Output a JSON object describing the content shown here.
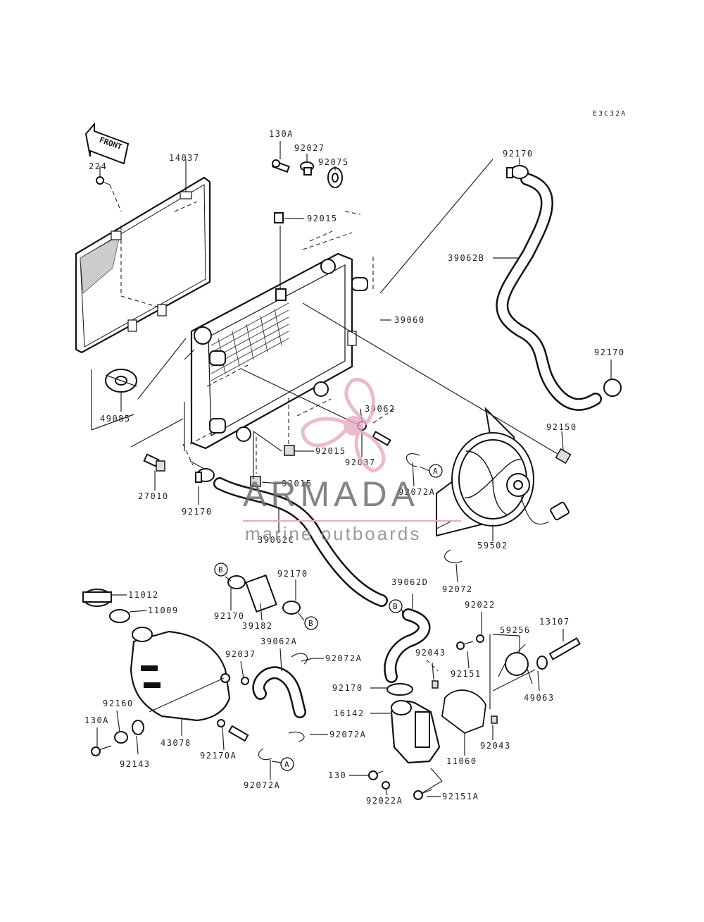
{
  "diagram_code": "E3C32A",
  "front_arrow_label": "FRONT",
  "watermark": {
    "brand": "ARMADA",
    "tagline": "marine outboards",
    "brand_color": "#e8a8c4"
  },
  "callout_markers": {
    "a1": "A",
    "a2": "A",
    "b1": "B",
    "b2": "B",
    "b3": "B"
  },
  "part_labels": {
    "p14037": "14037",
    "p224": "224",
    "p130A_top": "130A",
    "p92027": "92027",
    "p92075": "92075",
    "p92015_top": "92015",
    "p92170_top": "92170",
    "p39062B": "39062B",
    "p39060": "39060",
    "p92170_right": "92170",
    "p49085": "49085",
    "p39062": "39062",
    "p92015_mid": "92015",
    "p92037_mid": "92037",
    "p92150": "92150",
    "p27010": "27010",
    "p92170_left": "92170",
    "p92015_low": "92015",
    "p92072A_mid": "92072A",
    "p39062C": "39062C",
    "p59502": "59502",
    "p92072": "92072",
    "p11012": "11012",
    "p11009": "11009",
    "p92170_b1": "92170",
    "p92170_b2": "92170",
    "p39182": "39182",
    "p39062D": "39062D",
    "p92022": "92022",
    "p59256": "59256",
    "p13107": "13107",
    "p92037_low": "92037",
    "p39062A": "39062A",
    "p92072A_low1": "92072A",
    "p92043_a": "92043",
    "p92151": "92151",
    "p49063": "49063",
    "p92160": "92160",
    "p130A_low": "130A",
    "p92170_pump": "92170",
    "p16142": "16142",
    "p43078": "43078",
    "p92143": "92143",
    "p92170A": "92170A",
    "p92072A_low2": "92072A",
    "p92043_b": "92043",
    "p11060": "11060",
    "p92072A_low3": "92072A",
    "p130": "130",
    "p92022A": "92022A",
    "p92151A": "92151A"
  }
}
